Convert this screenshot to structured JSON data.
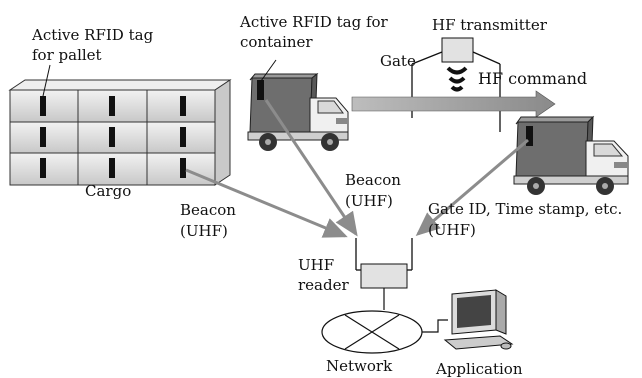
{
  "labels": {
    "pallet_tag": [
      "Active RFID tag",
      "for pallet"
    ],
    "container_tag": [
      "Active RFID tag for",
      "container"
    ],
    "hf_transmitter": "HF transmitter",
    "gate": "Gate",
    "hf_command": "HF command",
    "cargo": "Cargo",
    "beacon_left": [
      "Beacon",
      "(UHF)"
    ],
    "beacon_center": [
      "Beacon",
      "(UHF)"
    ],
    "gate_info": [
      "Gate ID, Time stamp, etc.",
      "(UHF)"
    ],
    "uhf_reader": [
      "UHF",
      "reader"
    ],
    "network": "Network",
    "application": "Application"
  },
  "colors": {
    "arrow": "#8c8c8c",
    "box_fill": "#e6e6e6",
    "truck_cover": "#707070",
    "tag": "#111111"
  }
}
